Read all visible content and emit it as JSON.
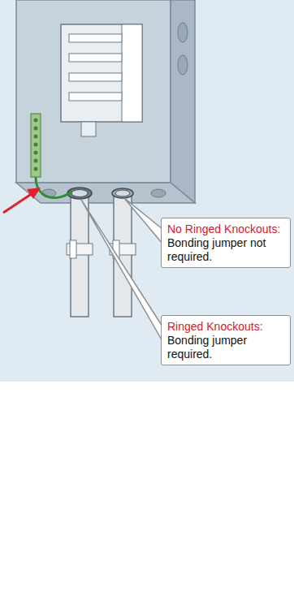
{
  "diagram": {
    "nodes": [
      {
        "text": [
          "No Ringed Knockouts:",
          "Bonding jumper not required."
        ]
      },
      {
        "text": [
          "Ringed Knockouts:",
          "Bonding jumper required."
        ]
      }
    ]
  }
}
